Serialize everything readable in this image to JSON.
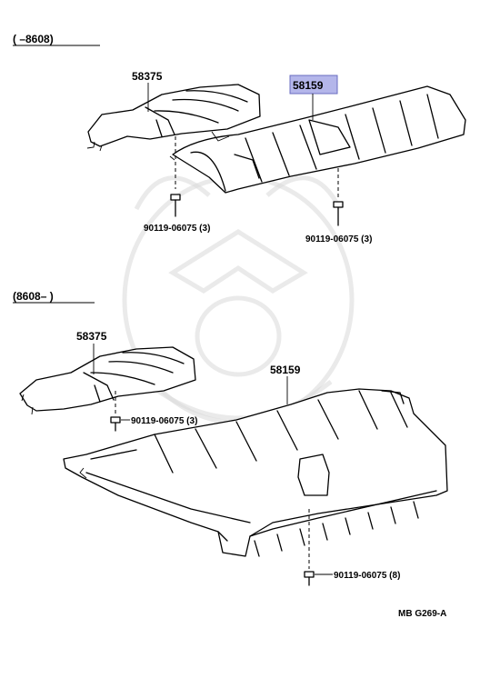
{
  "sections": [
    {
      "range_label": "(       –8608)",
      "parts": {
        "front_cover": "58375",
        "main_cover": "58159",
        "bolt_left": "90119-06075 (3)",
        "bolt_right": "90119-06075 (3)"
      },
      "highlighted_part": "58159"
    },
    {
      "range_label": "(8608–       )",
      "parts": {
        "front_cover": "58375",
        "main_cover": "58159",
        "bolt_front": "90119-06075 (3)",
        "bolt_rear": "90119-06075 (8)"
      }
    }
  ],
  "footer_code": "MB  G269-A",
  "colors": {
    "highlight": "#b4b6ea",
    "line": "#000000"
  }
}
